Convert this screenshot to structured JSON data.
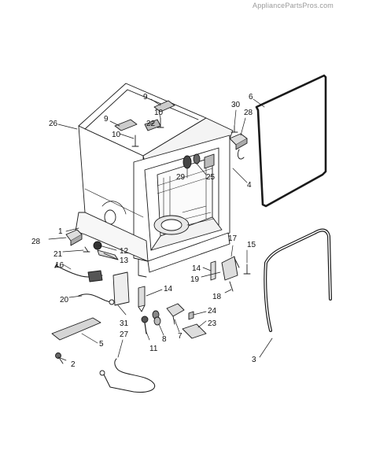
{
  "watermark": "AppliancePartsPros.com",
  "callouts": [
    "1",
    "2",
    "3",
    "4",
    "5",
    "6",
    "7",
    "8",
    "9",
    "9",
    "10",
    "10",
    "11",
    "12",
    "13",
    "14",
    "14",
    "15",
    "16",
    "17",
    "18",
    "19",
    "20",
    "21",
    "22",
    "23",
    "24",
    "25",
    "26",
    "27",
    "28",
    "28",
    "29",
    "30",
    "31"
  ],
  "colors": {
    "line": "#1a1a1a",
    "shade": "#d9d9d9",
    "dark": "#555555",
    "background": "#ffffff"
  }
}
